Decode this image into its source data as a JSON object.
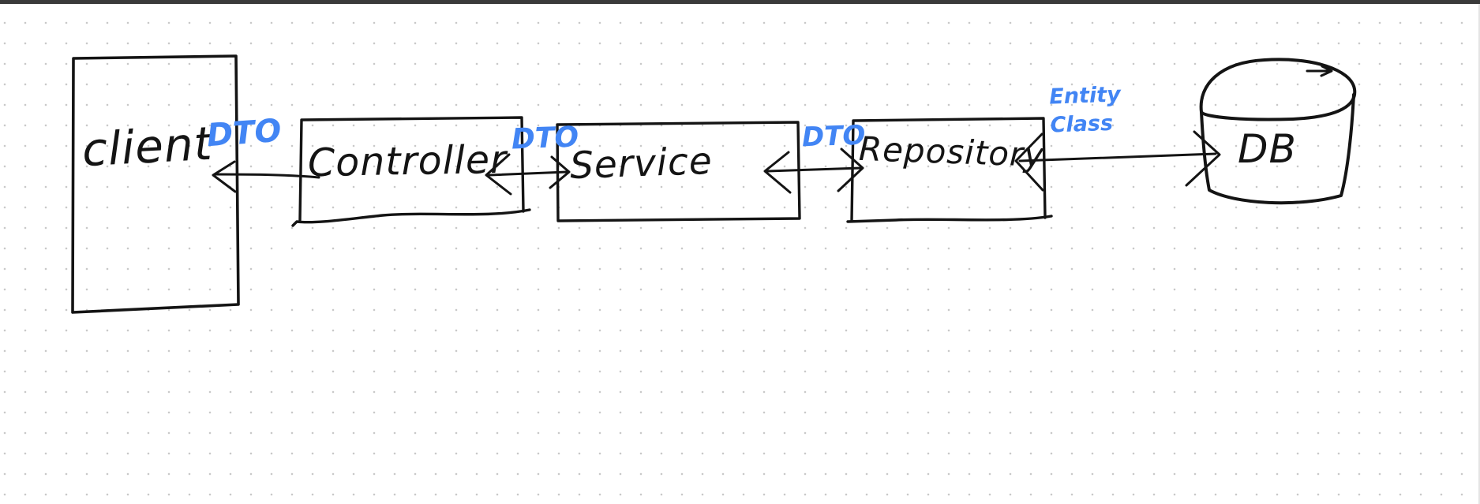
{
  "canvas": {
    "background": "#ffffff",
    "dot_color": "#c9c9c9",
    "top_bar_color": "#3a3a3a",
    "ink_color": "#141414",
    "accent_color": "#4285f4"
  },
  "diagram": {
    "type": "architecture-flow",
    "nodes": [
      {
        "id": "client",
        "label": "client",
        "shape": "rectangle"
      },
      {
        "id": "controller",
        "label": "Controller",
        "shape": "rectangle"
      },
      {
        "id": "service",
        "label": "Service",
        "shape": "rectangle"
      },
      {
        "id": "repository",
        "label": "Repository",
        "shape": "rectangle"
      },
      {
        "id": "db",
        "label": "DB",
        "shape": "cylinder"
      }
    ],
    "edges": [
      {
        "between": "controller-client",
        "text": "DTO",
        "direction": "left",
        "lines": [
          "DTO"
        ]
      },
      {
        "between": "controller-service",
        "text": "DTO",
        "direction": "both",
        "lines": [
          "DTO"
        ]
      },
      {
        "between": "service-repository",
        "text": "DTO",
        "direction": "both",
        "lines": [
          "DTO"
        ]
      },
      {
        "between": "repository-db",
        "text": "Entity Class",
        "direction": "both",
        "lines": [
          "Entity",
          "Class"
        ]
      }
    ]
  }
}
